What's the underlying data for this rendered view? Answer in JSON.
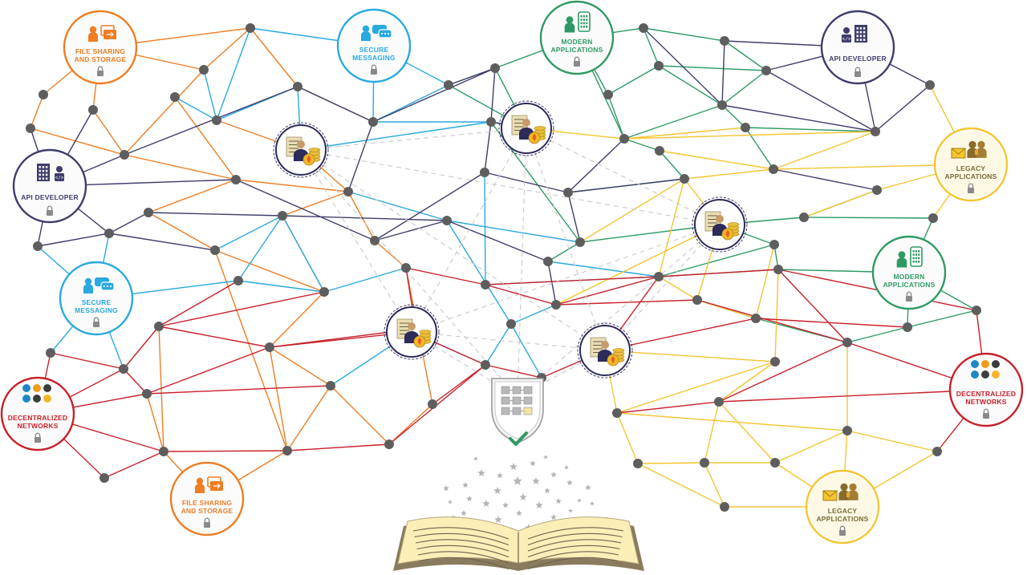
{
  "colors": {
    "orange": "#EE7D23",
    "blue": "#29A9E0",
    "green": "#2E9A63",
    "navy": "#3E3D6B",
    "yellow": "#F4C531",
    "red": "#C8202A",
    "node": "#5E5E5E",
    "dash": "#C9C9C9",
    "book": "#FBEEB7",
    "star": "#B5B5B5"
  },
  "icons": {
    "file": "file-sharing-icon",
    "msg": "secure-messaging-icon",
    "app": "modern-app-icon",
    "api": "api-developer-icon",
    "legacy": "legacy-app-icon",
    "dec": "crypto-network-icon",
    "validator": "validator-icon",
    "ledger": "ledger-shield-icon",
    "book": "open-book-icon"
  },
  "category_nodes": [
    {
      "id": "file-sharing-1",
      "kind": "file",
      "color": "orange",
      "line1": "FILE SHARING",
      "line2": "AND STORAGE"
    },
    {
      "id": "secure-messaging-1",
      "kind": "msg",
      "color": "blue",
      "line1": "SECURE",
      "line2": "MESSAGING"
    },
    {
      "id": "modern-applications-1",
      "kind": "app",
      "color": "green",
      "line1": "MODERN",
      "line2": "APPLICATIONS"
    },
    {
      "id": "api-developer-1",
      "kind": "api",
      "color": "navy",
      "line1": "API DEVELOPER",
      "line2": ""
    },
    {
      "id": "api-developer-2",
      "kind": "api",
      "color": "navy",
      "line1": "API DEVELOPER",
      "line2": ""
    },
    {
      "id": "legacy-applications-1",
      "kind": "legacy",
      "color": "yellow",
      "line1": "LEGACY",
      "line2": "APPLICATIONS"
    },
    {
      "id": "secure-messaging-2",
      "kind": "msg",
      "color": "blue",
      "line1": "SECURE",
      "line2": "MESSAGING"
    },
    {
      "id": "modern-applications-2",
      "kind": "app",
      "color": "green",
      "line1": "MODERN",
      "line2": "APPLICATIONS"
    },
    {
      "id": "decentralized-networks-1",
      "kind": "dec",
      "color": "red",
      "line1": "DECENTRALIZED",
      "line2": "NETWORKS"
    },
    {
      "id": "decentralized-networks-2",
      "kind": "dec",
      "color": "red",
      "line1": "DECENTRALIZED",
      "line2": "NETWORKS"
    },
    {
      "id": "file-sharing-2",
      "kind": "file",
      "color": "orange",
      "line1": "FILE SHARING",
      "line2": "AND STORAGE"
    },
    {
      "id": "legacy-applications-2",
      "kind": "legacy",
      "color": "yellow",
      "line1": "LEGACY",
      "line2": "APPLICATIONS"
    }
  ],
  "validator_nodes": [
    "validator-1",
    "validator-2",
    "validator-3",
    "validator-4",
    "validator-5"
  ]
}
